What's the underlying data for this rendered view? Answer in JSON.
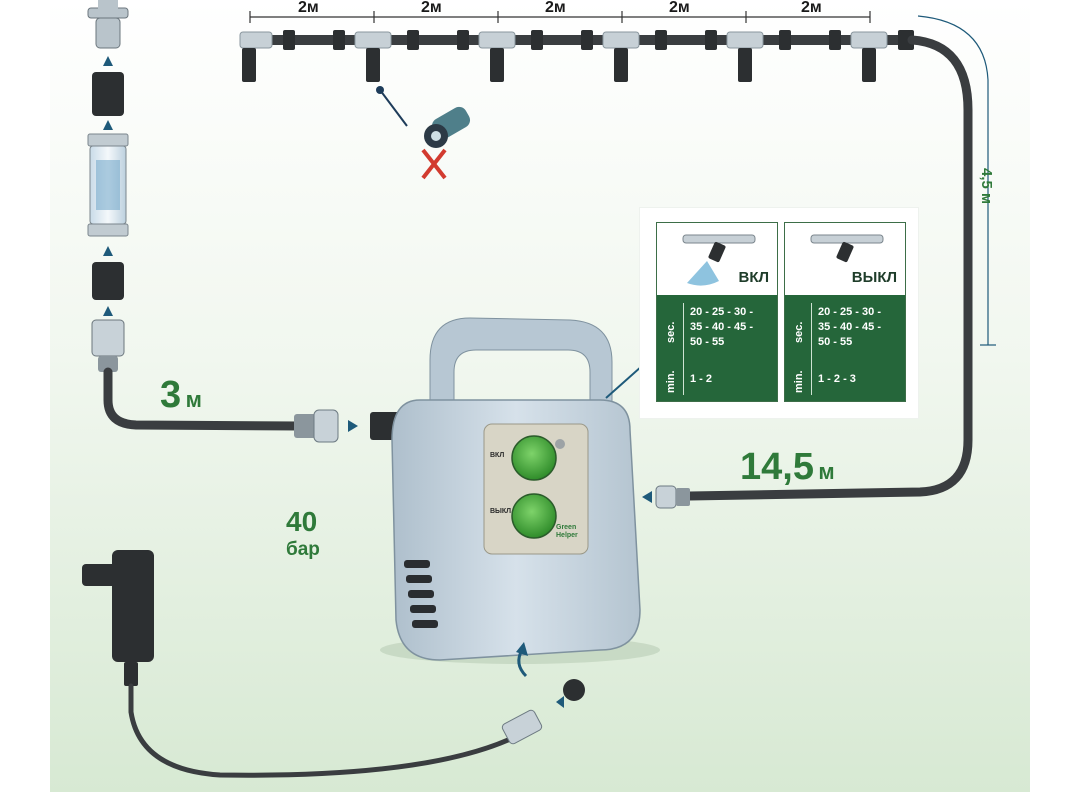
{
  "segments": [
    "2м",
    "2м",
    "2м",
    "2м",
    "2м"
  ],
  "vertical_length": "4,5 м",
  "inlet_hose": {
    "number": "3",
    "unit": "м"
  },
  "outlet_hose": {
    "number": "14,5",
    "unit": "м"
  },
  "pressure": {
    "number": "40",
    "unit": "бар"
  },
  "modes": [
    {
      "title": "ВКЛ",
      "sec_label": "sec.",
      "sec_values": [
        "20 - 25 - 30 -",
        "35 - 40 - 45 -",
        "50 - 55"
      ],
      "min_label": "min.",
      "min_values": "1 - 2"
    },
    {
      "title": "ВЫКЛ",
      "sec_label": "sec.",
      "sec_values": [
        "20 - 25 - 30 -",
        "35 - 40 - 45 -",
        "50 - 55"
      ],
      "min_label": "min.",
      "min_values": "1 - 2 - 3"
    }
  ],
  "device": {
    "dial_on_label": "ВКЛ",
    "dial_off_label": "ВЫКЛ",
    "brand": "Green Helper"
  },
  "colors": {
    "accent_green": "#2f7a3a",
    "panel_green": "#25663a",
    "hose": "#3a3d40",
    "device_body": "#c9d6e0",
    "background_top": "#ffffff",
    "background_bottom": "#dcecd8"
  }
}
